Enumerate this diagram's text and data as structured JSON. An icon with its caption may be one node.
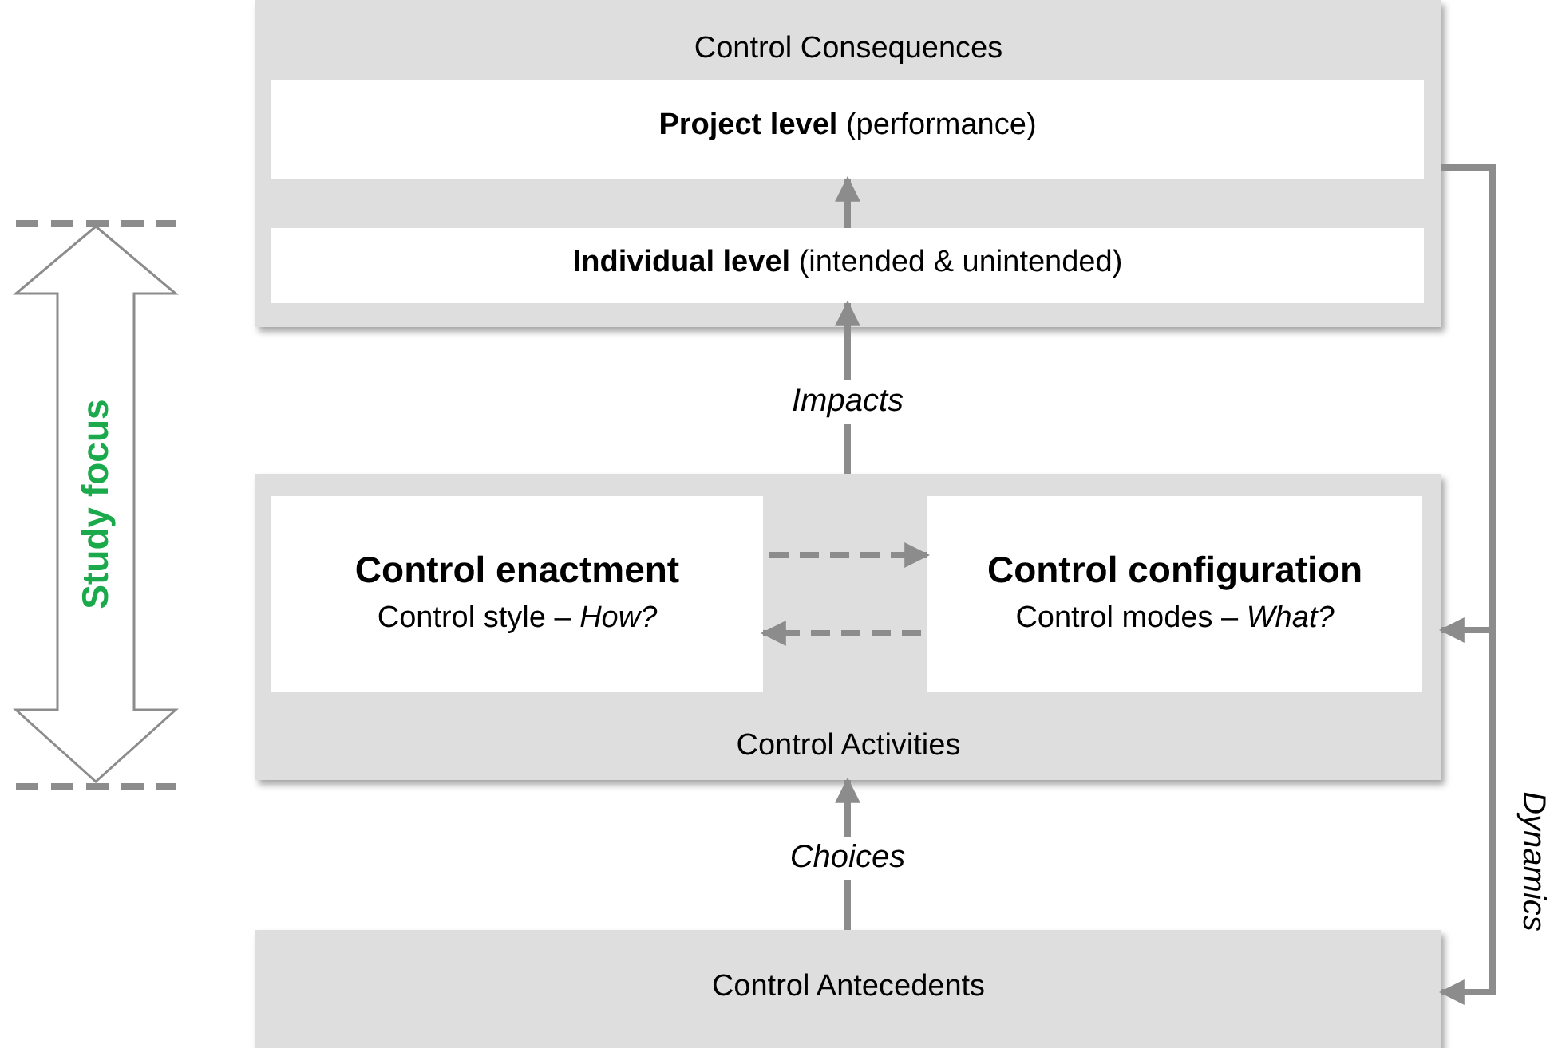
{
  "diagram": {
    "nodes": [
      {
        "text": [
          "Control Consequences"
        ]
      },
      {
        "text": [
          "**Project level** (performance)"
        ],
        "in": 0
      },
      {
        "text": [
          "**Individual level** (intended & unintended)"
        ],
        "in": 0
      },
      {
        "text": [
          "Control Activities"
        ]
      },
      {
        "text": [
          "Control enactment",
          "Control style – *How?*"
        ],
        "in": 3
      },
      {
        "text": [
          "Control configuration",
          "Control modes – *What?*"
        ],
        "in": 3
      },
      {
        "text": [
          "Control Antecedents"
        ]
      }
    ],
    "edges": [
      {
        "from": 2,
        "to": 1,
        "arrow": "to"
      },
      {
        "from": 3,
        "to": 2,
        "arrow": "to",
        "label": "Impacts"
      },
      {
        "from": 6,
        "to": 3,
        "arrow": "to",
        "label": "Choices"
      },
      {
        "from": 4,
        "to": 5,
        "arrow": "to",
        "style": "dashed"
      },
      {
        "from": 5,
        "to": 4,
        "arrow": "to",
        "style": "dashed"
      },
      {
        "from": 0,
        "to": 3,
        "arrow": "to"
      },
      {
        "from": 0,
        "to": 6,
        "arrow": "to",
        "label": "Dynamics"
      }
    ],
    "labels": [
      "Study focus"
    ]
  }
}
